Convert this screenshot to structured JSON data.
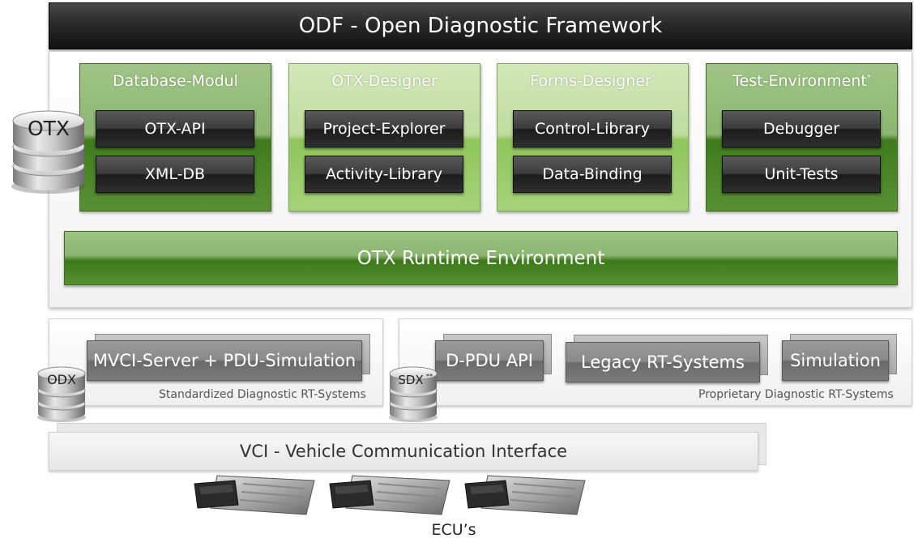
{
  "framework": {
    "title": "ODF - Open Diagnostic Framework",
    "modules": [
      {
        "title": "Database-Modul",
        "marker": "",
        "items": [
          "OTX-API",
          "XML-DB"
        ]
      },
      {
        "title": "OTX-Designer",
        "marker": "",
        "items": [
          "Project-Explorer",
          "Activity-Library"
        ]
      },
      {
        "title": "Forms-Designer",
        "marker": "*",
        "items": [
          "Control-Library",
          "Data-Binding"
        ]
      },
      {
        "title": "Test-Environment",
        "marker": "*",
        "items": [
          "Debugger",
          "Unit-Tests"
        ]
      }
    ],
    "runtime": "OTX Runtime Environment"
  },
  "databases": {
    "otx": "OTX",
    "odx": "ODX",
    "sdx": "SDX",
    "sdx_marker": "**"
  },
  "standardized": {
    "component": "MVCI-Server + PDU-Simulation",
    "caption": "Standardized Diagnostic RT-Systems"
  },
  "proprietary": {
    "components": [
      "D-PDU API",
      "Legacy RT-Systems",
      "Simulation"
    ],
    "caption": "Proprietary Diagnostic RT-Systems"
  },
  "vci": {
    "label": "VCI - Vehicle Communication Interface"
  },
  "ecus": {
    "label": "ECU’s"
  },
  "colors": {
    "dark_green": "#3f7c1d",
    "light_green": "#8fc55b",
    "title_bar": "#2a2a2a",
    "component_grey": "#7c7c7c"
  }
}
